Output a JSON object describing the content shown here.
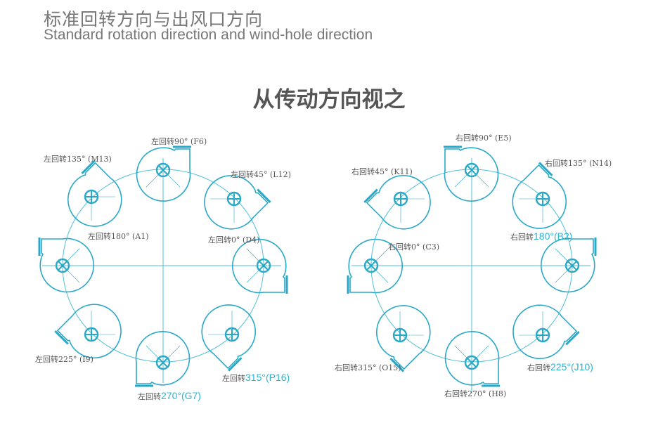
{
  "title_cn": "标准回转方向与出风口方向",
  "title_en": "Standard rotation direction and wind-hole direction",
  "subtitle": "从传动方向视之",
  "colors": {
    "line": "#2aa8c8",
    "ring": "#4fc1d8",
    "text": "#555555",
    "highlight": "#2bb5d0"
  },
  "left_group": {
    "rotation": "left",
    "fans": [
      {
        "angle": 0,
        "prefix": "左回转0°",
        "suffix": " (D4)",
        "highlight": false
      },
      {
        "angle": 45,
        "prefix": "左回转45°",
        "suffix": " (L12)",
        "highlight": false
      },
      {
        "angle": 90,
        "prefix": "左回转90°",
        "suffix": " (F6)",
        "highlight": false
      },
      {
        "angle": 135,
        "prefix": "左回转135°",
        "suffix": " (M13)",
        "highlight": false
      },
      {
        "angle": 180,
        "prefix": "左回转180°",
        "suffix": " (A1)",
        "highlight": false
      },
      {
        "angle": 225,
        "prefix": "左回转225°",
        "suffix": " (I9)",
        "highlight": false
      },
      {
        "angle": 270,
        "prefix": "左回转",
        "suffix": "270°(G7)",
        "highlight": true
      },
      {
        "angle": 315,
        "prefix": "左回转",
        "suffix": "315°(P16)",
        "highlight": true
      }
    ]
  },
  "right_group": {
    "rotation": "right",
    "fans": [
      {
        "angle": 0,
        "prefix": "右回转0°",
        "suffix": " (C3)",
        "highlight": false
      },
      {
        "angle": 45,
        "prefix": "右回转45°",
        "suffix": " (K11)",
        "highlight": false
      },
      {
        "angle": 90,
        "prefix": "右回转90°",
        "suffix": " (E5)",
        "highlight": false
      },
      {
        "angle": 135,
        "prefix": "右回转135°",
        "suffix": " (N14)",
        "highlight": false
      },
      {
        "angle": 180,
        "prefix": "右回转",
        "suffix": "180°(B2)",
        "highlight": true
      },
      {
        "angle": 225,
        "prefix": "右回转",
        "suffix": "225°(J10)",
        "highlight": true
      },
      {
        "angle": 270,
        "prefix": "右回转270°",
        "suffix": " (H8)",
        "highlight": false
      },
      {
        "angle": 315,
        "prefix": "右回转315°",
        "suffix": " (O15)",
        "highlight": false
      }
    ]
  }
}
